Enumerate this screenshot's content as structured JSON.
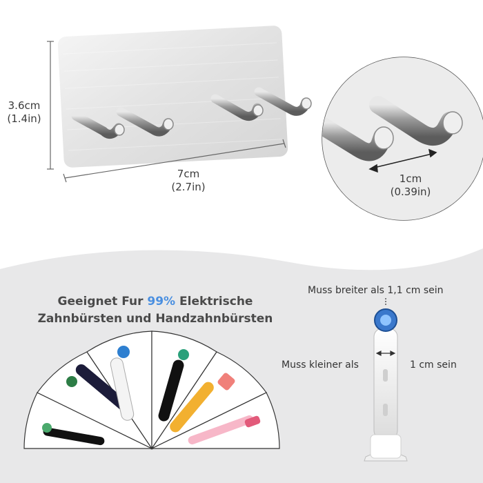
{
  "dimensions": {
    "height_cm": "3.6cm",
    "height_in": "(1.4in)",
    "width_cm": "7cm",
    "width_in": "(2.7in)",
    "hook_gap_cm": "1cm",
    "hook_gap_in": "(0.39in)"
  },
  "compat": {
    "line1_prefix": "Geeignet Fur ",
    "line1_highlight": "99%",
    "line1_suffix": " Elektrische",
    "line2": "Zahnbürsten und Handzahnbürsten",
    "highlight_color": "#4a8fe0"
  },
  "requirements": {
    "wider_than": "Muss breiter als 1,1 cm sein",
    "smaller_left": "Muss kleiner als",
    "smaller_right": "1 cm sein"
  },
  "icons": [
    "adhesive-hook-rack",
    "magnifier-circle",
    "toothbrush-head",
    "electric-toothbrush",
    "manual-toothbrush"
  ]
}
